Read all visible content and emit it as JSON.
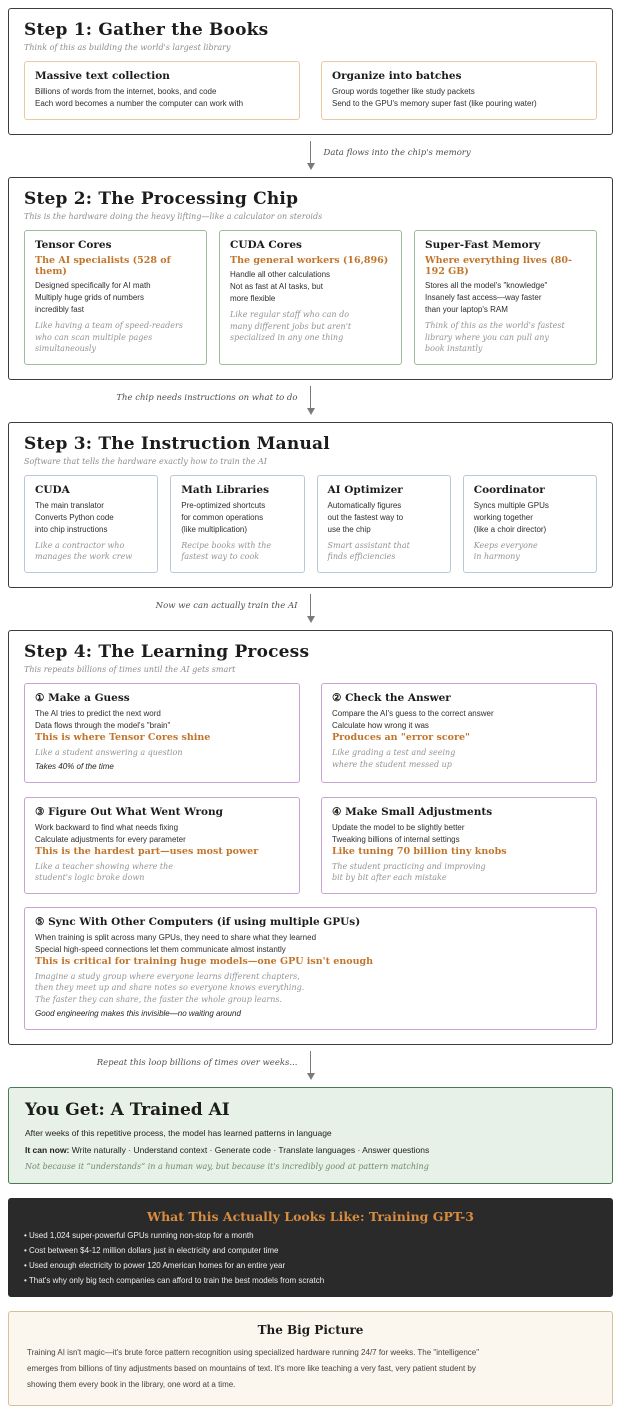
{
  "colors": {
    "orange_accent": "#c1752b",
    "step1_card_border": "#eac9a2",
    "step2_card_border": "#9dbd9e",
    "step3_card_border": "#b9c8da",
    "step4_card_border": "#c9a3d2",
    "result_bg": "#e7f1e7",
    "result_border": "#4b7a53",
    "dark_bg": "#2a2a2a",
    "dark_title": "#d98b3f",
    "bigpic_bg": "#fbf7ee",
    "bigpic_border": "#d8c096"
  },
  "step1": {
    "title": "Step 1: Gather the Books",
    "subtitle": "Think of this as building the world's largest library",
    "cards": [
      {
        "title": "Massive text collection",
        "lines": [
          "Billions of words from the internet, books, and code",
          "Each word becomes a number the computer can work with"
        ]
      },
      {
        "title": "Organize into batches",
        "lines": [
          "Group words together like study packets",
          "Send to the GPU's memory super fast (like pouring water)"
        ]
      }
    ]
  },
  "connectors": [
    {
      "label": "Data flows into the chip's memory",
      "side": "right"
    },
    {
      "label": "The chip needs instructions on what to do",
      "side": "left"
    },
    {
      "label": "Now we can actually train the AI",
      "side": "left"
    },
    {
      "label": "Repeat this loop billions of times over weeks...",
      "side": "left"
    }
  ],
  "step2": {
    "title": "Step 2: The Processing Chip",
    "subtitle": "This is the hardware doing the heavy lifting—like a calculator on steroids",
    "cards": [
      {
        "title": "Tensor Cores",
        "accent": "The AI specialists (528 of them)",
        "lines": [
          "Designed specifically for AI math",
          "Multiply huge grids of numbers",
          "incredibly fast"
        ],
        "note_lines": [
          "Like having a team of speed-readers",
          "who can scan multiple pages",
          "simultaneously"
        ]
      },
      {
        "title": "CUDA Cores",
        "accent": "The general workers (16,896)",
        "lines": [
          "Handle all other calculations",
          "Not as fast at AI tasks, but",
          "more flexible"
        ],
        "note_lines": [
          "Like regular staff who can do",
          "many different jobs but aren't",
          "specialized in any one thing"
        ]
      },
      {
        "title": "Super-Fast Memory",
        "accent": "Where everything lives (80-192 GB)",
        "lines": [
          "Stores all the model's \"knowledge\"",
          "Insanely fast access—way faster",
          "than your laptop's RAM"
        ],
        "note_lines": [
          "Think of this as the world's fastest",
          "library where you can pull any",
          "book instantly"
        ]
      }
    ]
  },
  "step3": {
    "title": "Step 3: The Instruction Manual",
    "subtitle": "Software that tells the hardware exactly how to train the AI",
    "cards": [
      {
        "title": "CUDA",
        "lines": [
          "The main translator",
          "Converts Python code",
          "into chip instructions"
        ],
        "note_lines": [
          "Like a contractor who",
          "manages the work crew"
        ]
      },
      {
        "title": "Math Libraries",
        "lines": [
          "Pre-optimized shortcuts",
          "for common operations",
          "(like multiplication)"
        ],
        "note_lines": [
          "Recipe books with the",
          "fastest way to cook"
        ]
      },
      {
        "title": "AI Optimizer",
        "lines": [
          "Automatically figures",
          "out the fastest way to",
          "use the chip"
        ],
        "note_lines": [
          "Smart assistant that",
          "finds efficiencies"
        ]
      },
      {
        "title": "Coordinator",
        "lines": [
          "Syncs multiple GPUs",
          "working together",
          "(like a choir director)"
        ],
        "note_lines": [
          "Keeps everyone",
          "in harmony"
        ]
      }
    ]
  },
  "step4": {
    "title": "Step 4: The Learning Process",
    "subtitle": "This repeats billions of times until the AI gets smart",
    "cards": [
      {
        "title": "① Make a Guess",
        "lines": [
          "The AI tries to predict the next word",
          "Data flows through the model's \"brain\""
        ],
        "accent": "This is where Tensor Cores shine",
        "note_lines": [
          "Like a student answering a question"
        ],
        "bold_note": "Takes 40% of the time"
      },
      {
        "title": "② Check the Answer",
        "lines": [
          "Compare the AI's guess to the correct answer",
          "Calculate how wrong it was"
        ],
        "accent": "Produces an \"error score\"",
        "note_lines": [
          "Like grading a test and seeing",
          "where the student messed up"
        ]
      },
      {
        "title": "③ Figure Out What Went Wrong",
        "lines": [
          "Work backward to find what needs fixing",
          "Calculate adjustments for every parameter"
        ],
        "accent": "This is the hardest part—uses most power",
        "note_lines": [
          "Like a teacher showing where the",
          "student's logic broke down"
        ]
      },
      {
        "title": "④ Make Small Adjustments",
        "lines": [
          "Update the model to be slightly better",
          "Tweaking billions of internal settings"
        ],
        "accent": "Like tuning 70 billion tiny knobs",
        "note_lines": [
          "The student practicing and improving",
          "bit by bit after each mistake"
        ]
      }
    ],
    "wide_card": {
      "title": "⑤ Sync With Other Computers (if using multiple GPUs)",
      "lines": [
        "When training is split across many GPUs, they need to share what they learned",
        "Special high-speed connections let them communicate almost instantly"
      ],
      "accent": "This is critical for training huge models—one GPU isn't enough",
      "note_lines": [
        "Imagine a study group where everyone learns different chapters,",
        "then they meet up and share notes so everyone knows everything.",
        "The faster they can share, the faster the whole group learns."
      ],
      "bold_note": "Good engineering makes this invisible—no waiting around"
    }
  },
  "result": {
    "title": "You Get: A Trained AI",
    "line1": "After weeks of this repetitive process, the model has learned patterns in language",
    "line2_label": "It can now:",
    "line2_rest": " Write naturally · Understand context · Generate code · Translate languages · Answer questions",
    "note": "Not because it “understands” in a human way, but because it's incredibly good at pattern matching"
  },
  "gpt3": {
    "title": "What This Actually Looks Like: Training GPT-3",
    "bullets": [
      "• Used 1,024 super-powerful GPUs running non-stop for a month",
      "• Cost between $4-12 million dollars just in electricity and computer time",
      "• Used enough electricity to power 120 American homes for an entire year",
      "• That's why only big tech companies can afford to train the best models from scratch"
    ]
  },
  "big_picture": {
    "title": "The Big Picture",
    "body": "Training AI isn't magic—it's brute force pattern recognition using specialized hardware running 24/7 for weeks. The \"intelligence\" emerges from billions of tiny adjustments based on mountains of text. It's more like teaching a very fast, very patient student by showing them every book in the library, one word at a time."
  }
}
